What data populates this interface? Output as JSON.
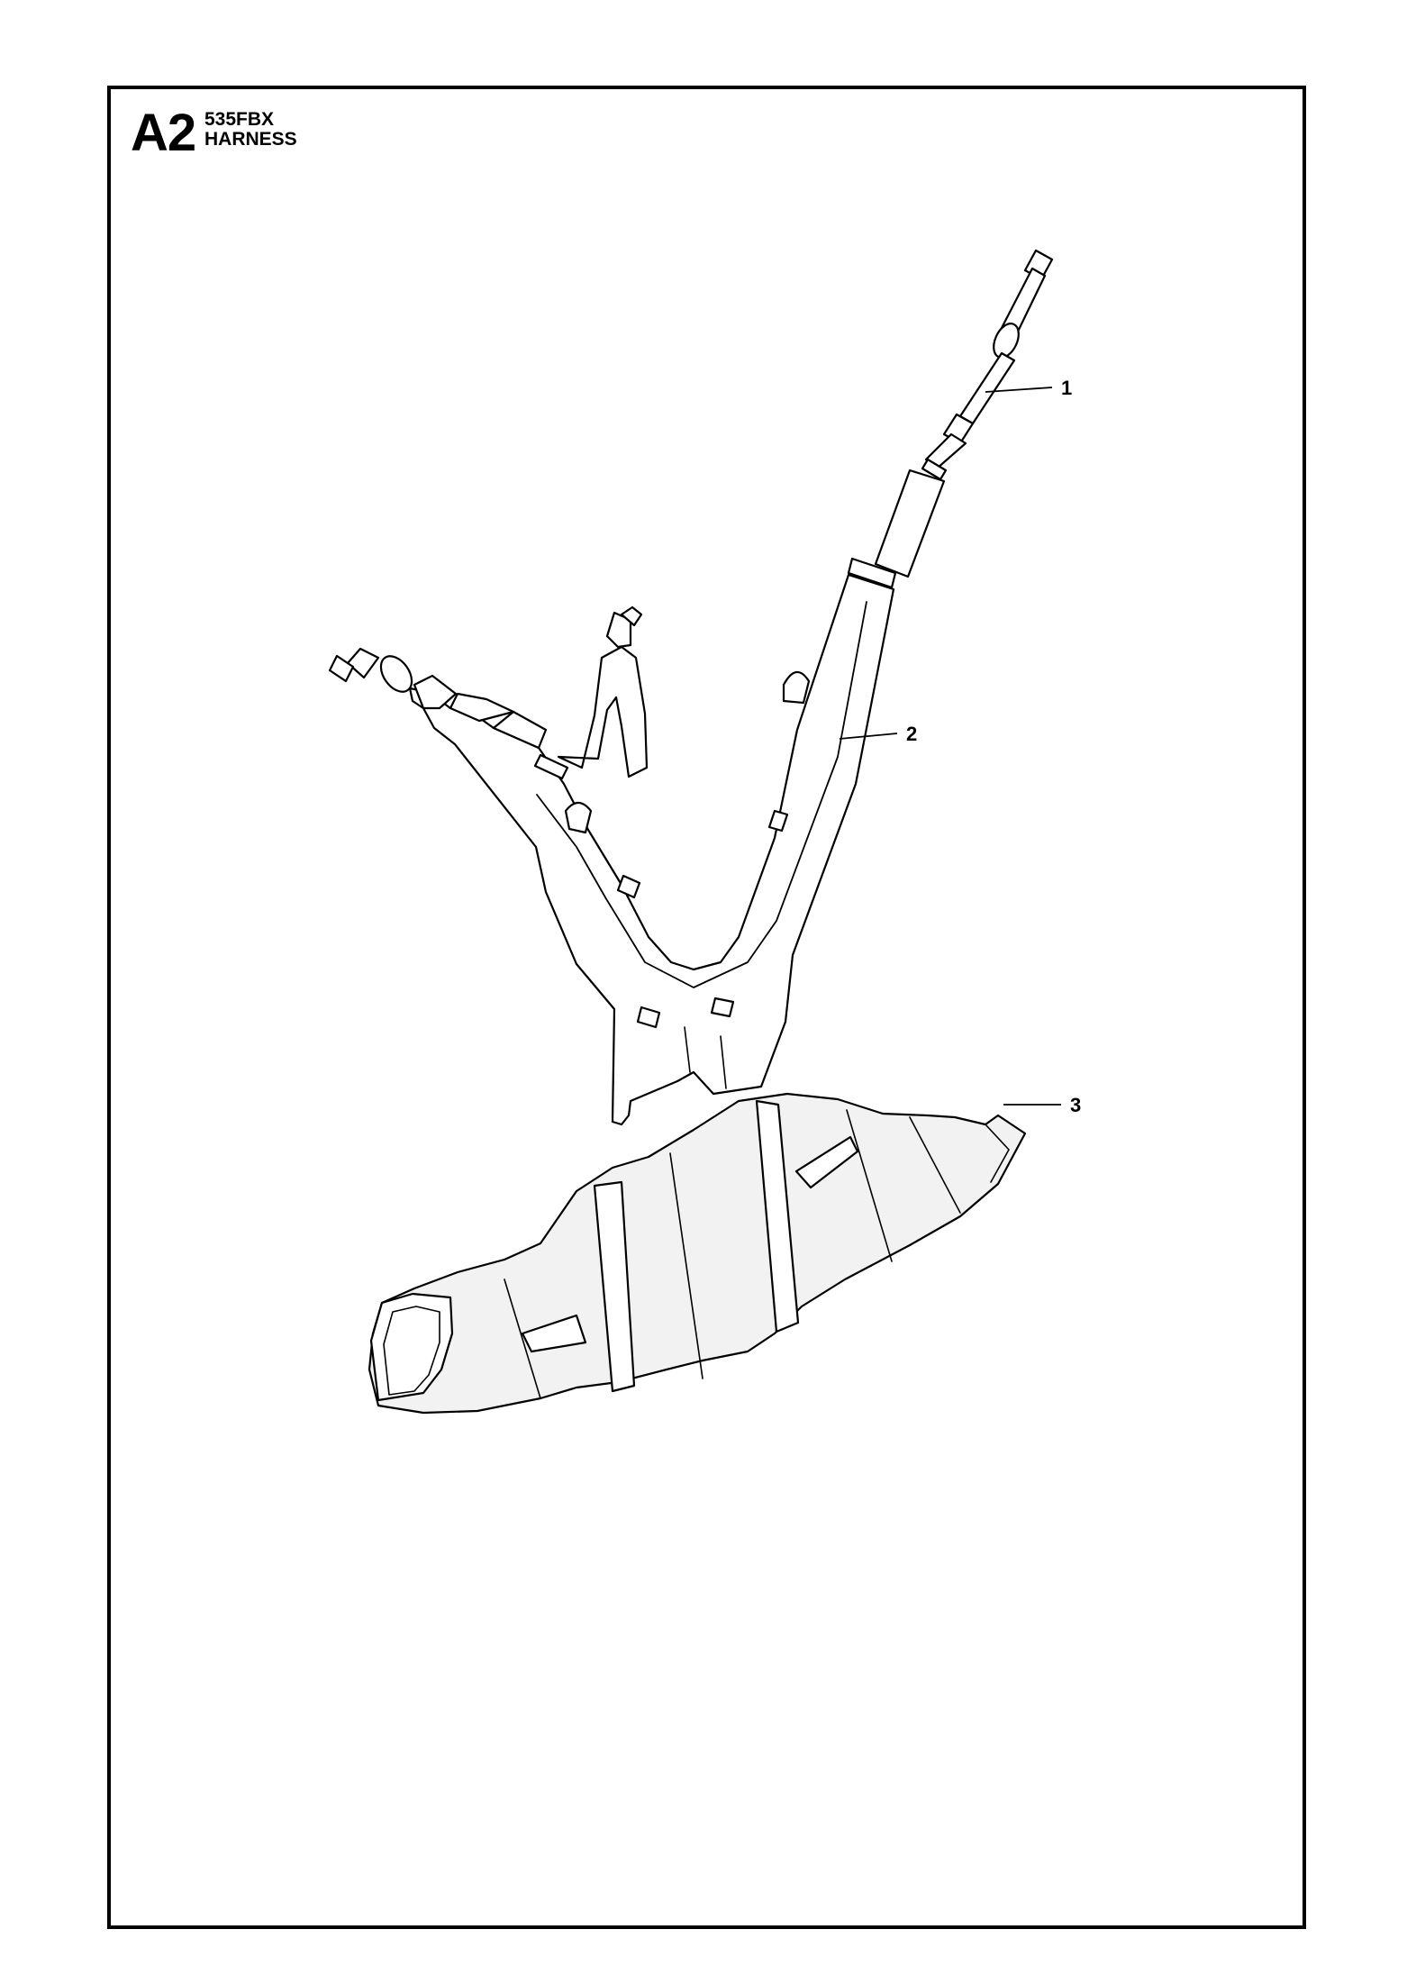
{
  "header": {
    "section_code": "A2",
    "model": "535FBX",
    "assembly": "HARNESS"
  },
  "callouts": [
    {
      "number": "1",
      "part": "upper-strap-clip"
    },
    {
      "number": "2",
      "part": "shoulder-harness"
    },
    {
      "number": "3",
      "part": "hip-pad"
    }
  ]
}
